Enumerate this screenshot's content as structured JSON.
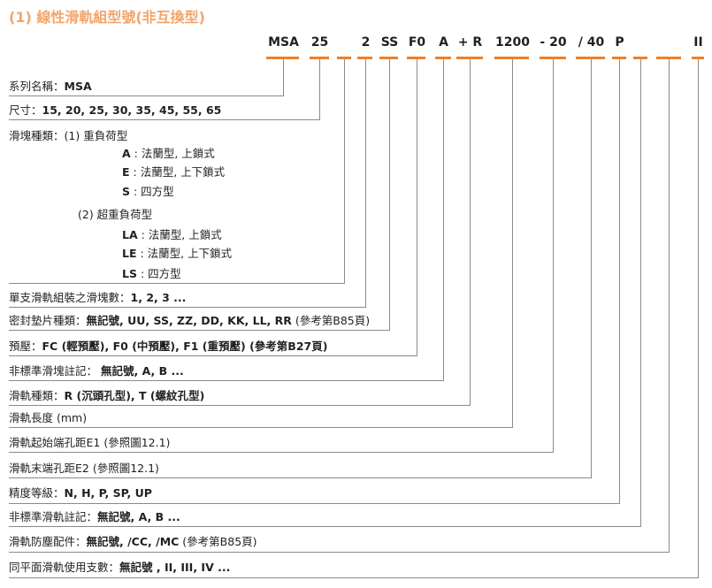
{
  "title": "(1) 線性滑軌組型號(非互換型)",
  "codes": [
    "MSA",
    "25",
    "",
    "2",
    "SS",
    "F0",
    "A",
    "+ R",
    "1200",
    "- 20",
    "/ 40",
    "P",
    "",
    "",
    "II"
  ],
  "accent_color": "#f07f28",
  "rows": {
    "series": {
      "label": "系列名稱：",
      "value": "MSA"
    },
    "size": {
      "label": "尺寸：",
      "value": "15, 20, 25, 30, 35, 45, 55, 65"
    },
    "block_type": {
      "label": "滑塊種類：",
      "group1": "(1) 重負荷型",
      "g1_items": [
        {
          "code": "A",
          "desc": " : 法蘭型, 上鎖式"
        },
        {
          "code": "E",
          "desc": " : 法蘭型, 上下鎖式"
        },
        {
          "code": "S",
          "desc": " : 四方型"
        }
      ],
      "group2": "(2) 超重負荷型",
      "g2_items": [
        {
          "code": "LA",
          "desc": " : 法蘭型, 上鎖式"
        },
        {
          "code": "LE",
          "desc": " : 法蘭型, 上下鎖式"
        },
        {
          "code": "LS",
          "desc": " : 四方型"
        }
      ]
    },
    "block_count": {
      "label": "單支滑軌組裝之滑塊數：",
      "value": "1, 2, 3 ..."
    },
    "seal": {
      "label": "密封墊片種類：",
      "value": "無記號, UU, SS, ZZ, DD, KK, LL, RR",
      "note": " (參考第B85頁)"
    },
    "preload": {
      "label": "預壓：",
      "value": "FC (輕預壓),  F0 (中預壓),  F1 (重預壓)  (參考第B27頁)"
    },
    "nonstd_block": {
      "label": "非標準滑塊註記： ",
      "value": "無記號, A, B ..."
    },
    "rail_type": {
      "label": "滑軌種類：",
      "value": "R (沉頭孔型), T (螺紋孔型)"
    },
    "rail_length": {
      "label": "滑軌長度 (mm)"
    },
    "e1": {
      "label": "滑軌起始端孔距E1 (參照圖12.1)"
    },
    "e2": {
      "label": "滑軌末端孔距E2 (參照圖12.1)"
    },
    "accuracy": {
      "label": "精度等級：",
      "value": "N, H, P, SP, UP"
    },
    "nonstd_rail": {
      "label": "非標準滑軌註記：",
      "value": "無記號, A, B ..."
    },
    "dust": {
      "label": "滑軌防塵配件：",
      "value": "無記號, /CC, /MC",
      "note": " (參考第B85頁)"
    },
    "same_plane": {
      "label": "同平面滑軌使用支數：",
      "value": "無記號 , II, III, IV ..."
    }
  }
}
